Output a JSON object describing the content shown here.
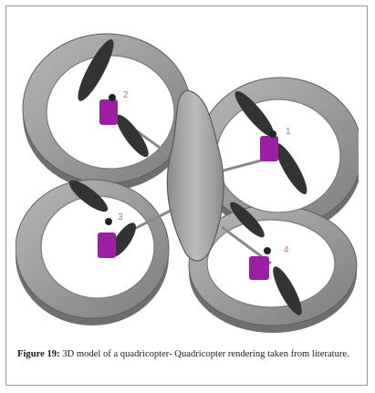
{
  "figure": {
    "motor_labels": [
      {
        "text": "1",
        "color": "#5b8fd6"
      },
      {
        "text": "2",
        "color": "#d96b6b"
      },
      {
        "text": "3",
        "color": "#5b8fd6"
      },
      {
        "text": "4",
        "color": "#d96b6b"
      }
    ],
    "colors": {
      "frame": "#9c9c9c",
      "frame_shadow": "#6e6e6e",
      "body": "#a7a7a7",
      "propeller": "#333333",
      "motor": "#9b1fa3"
    }
  },
  "caption": {
    "label": "Figure 19:",
    "text": "3D model of a quadricopter- Quadricopter rendering taken from literature."
  }
}
